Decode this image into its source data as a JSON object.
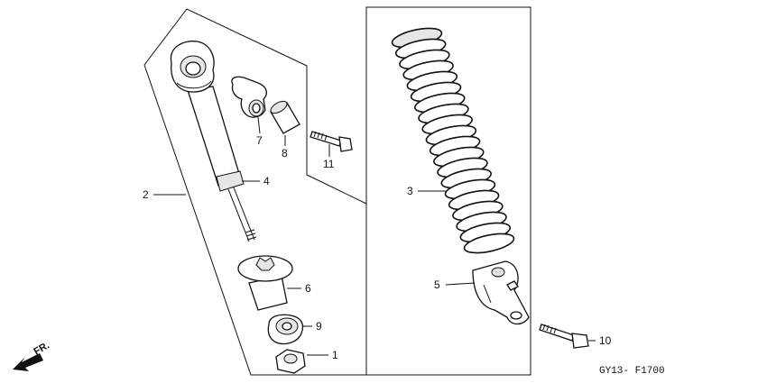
{
  "diagram": {
    "code": "GY13- F1700",
    "front_label": "FR.",
    "callouts": [
      {
        "id": "c1",
        "number": "1"
      },
      {
        "id": "c2",
        "number": "2"
      },
      {
        "id": "c3",
        "number": "3"
      },
      {
        "id": "c4",
        "number": "4"
      },
      {
        "id": "c5",
        "number": "5"
      },
      {
        "id": "c6",
        "number": "6"
      },
      {
        "id": "c7",
        "number": "7"
      },
      {
        "id": "c8",
        "number": "8"
      },
      {
        "id": "c9",
        "number": "9"
      },
      {
        "id": "c10",
        "number": "10"
      },
      {
        "id": "c11",
        "number": "11"
      }
    ]
  },
  "colors": {
    "ink": "#111111",
    "background": "#ffffff"
  }
}
